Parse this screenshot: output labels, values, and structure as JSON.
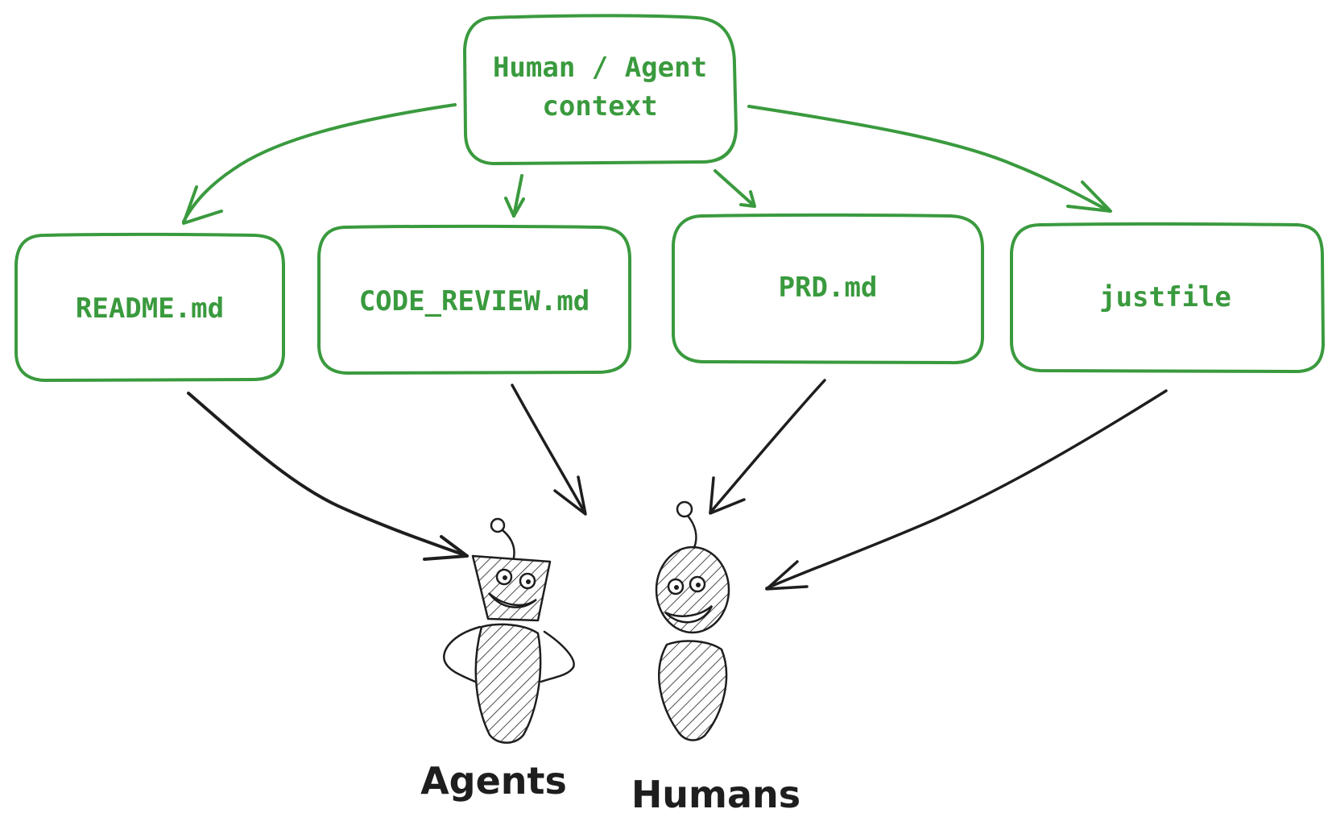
{
  "colors": {
    "accent": "#3a9a3e",
    "ink": "#1e1e1e",
    "background": "#ffffff"
  },
  "context_box": {
    "line1": "Human / Agent",
    "line2": "context"
  },
  "files": [
    {
      "label": "README.md"
    },
    {
      "label": "CODE_REVIEW.md"
    },
    {
      "label": "PRD.md"
    },
    {
      "label": "justfile"
    }
  ],
  "personas": {
    "agents": {
      "label": "Agents",
      "icon": "robot-icon"
    },
    "humans": {
      "label": "Humans",
      "icon": "human-icon"
    }
  }
}
